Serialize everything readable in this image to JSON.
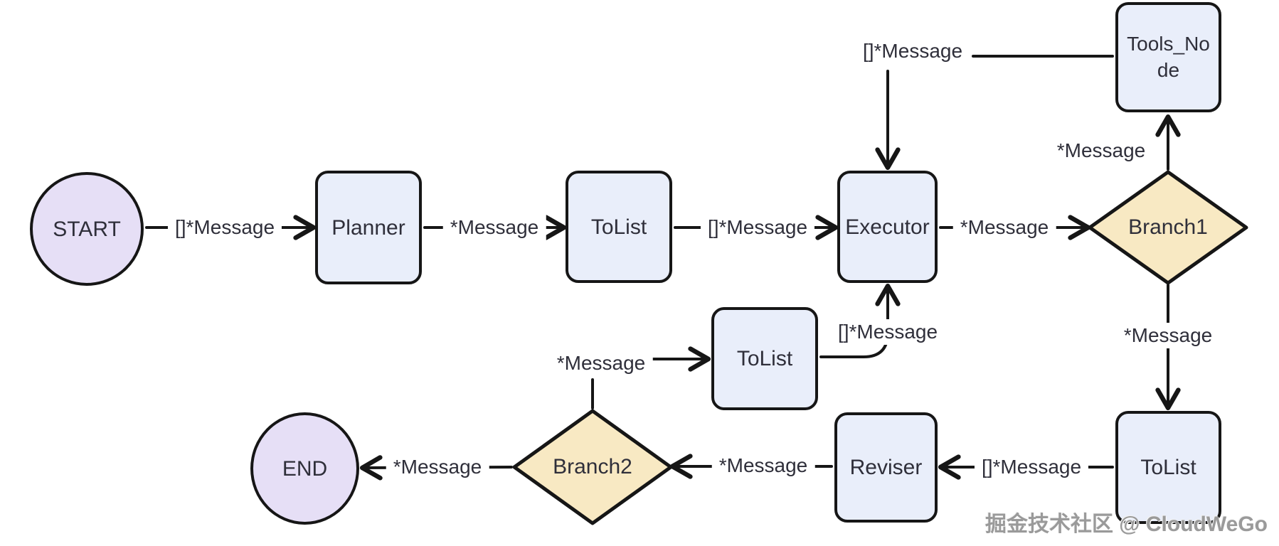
{
  "diagram": {
    "type": "flowchart",
    "watermark": "掘金技术社区 @ CloudWeGo",
    "colors": {
      "background": "#ffffff",
      "process_fill": "#e9eefa",
      "terminal_fill": "#e6dff6",
      "decision_fill": "#f8e9c3",
      "stroke": "#161616",
      "text": "#2f2f3a",
      "watermark_text": "#9a9a9a"
    },
    "nodes": [
      {
        "id": "start",
        "label": "START",
        "shape": "circle"
      },
      {
        "id": "planner",
        "label": "Planner",
        "shape": "box"
      },
      {
        "id": "tolist_top",
        "label": "ToList",
        "shape": "box"
      },
      {
        "id": "executor",
        "label": "Executor",
        "shape": "box"
      },
      {
        "id": "branch1",
        "label": "Branch1",
        "shape": "diamond"
      },
      {
        "id": "tools_node",
        "label": "Tools_Node",
        "shape": "box"
      },
      {
        "id": "tolist_middle",
        "label": "ToList",
        "shape": "box"
      },
      {
        "id": "branch2",
        "label": "Branch2",
        "shape": "diamond"
      },
      {
        "id": "reviser",
        "label": "Reviser",
        "shape": "box"
      },
      {
        "id": "tolist_bottom",
        "label": "ToList",
        "shape": "box"
      },
      {
        "id": "end",
        "label": "END",
        "shape": "circle"
      }
    ],
    "edges": [
      {
        "from": "START",
        "to": "Planner",
        "label": "[]*Message"
      },
      {
        "from": "Planner",
        "to": "ToList (top)",
        "label": "*Message"
      },
      {
        "from": "ToList (top)",
        "to": "Executor",
        "label": "[]*Message"
      },
      {
        "from": "Executor",
        "to": "Branch1",
        "label": "*Message"
      },
      {
        "from": "Branch1",
        "to": "Tools_Node",
        "label": "*Message"
      },
      {
        "from": "Tools_Node",
        "to": "Executor",
        "label": "[]*Message"
      },
      {
        "from": "Branch1",
        "to": "ToList (bottom)",
        "label": "*Message"
      },
      {
        "from": "ToList (bottom)",
        "to": "Reviser",
        "label": "[]*Message"
      },
      {
        "from": "Reviser",
        "to": "Branch2",
        "label": "*Message"
      },
      {
        "from": "Branch2",
        "to": "END",
        "label": "*Message"
      },
      {
        "from": "Branch2",
        "to": "ToList (middle)",
        "label": "*Message"
      },
      {
        "from": "ToList (middle)",
        "to": "Executor",
        "label": "[]*Message"
      }
    ]
  }
}
